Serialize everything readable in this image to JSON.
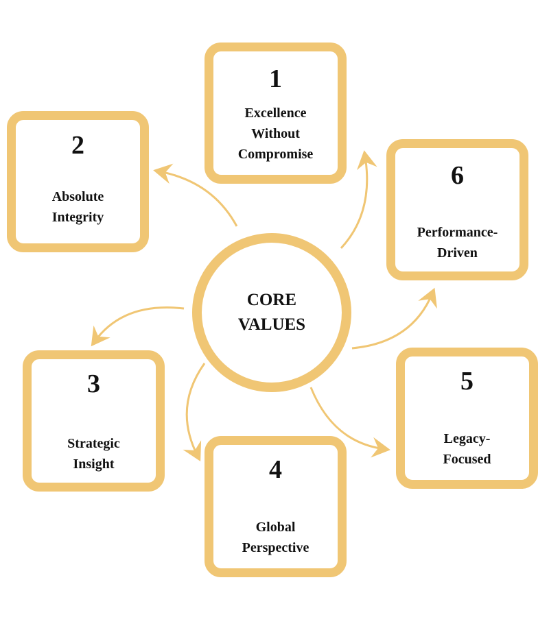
{
  "center": {
    "label": "CORE VALUES"
  },
  "values": [
    {
      "number": "1",
      "label": "Excellence Without Compromise"
    },
    {
      "number": "2",
      "label": "Absolute Integrity"
    },
    {
      "number": "3",
      "label": "Strategic Insight"
    },
    {
      "number": "4",
      "label": "Global Perspective"
    },
    {
      "number": "5",
      "label": "Legacy-Focused"
    },
    {
      "number": "6",
      "label": "Performance-Driven"
    }
  ],
  "colors": {
    "accent": "#F0C674",
    "text": "#111111"
  }
}
